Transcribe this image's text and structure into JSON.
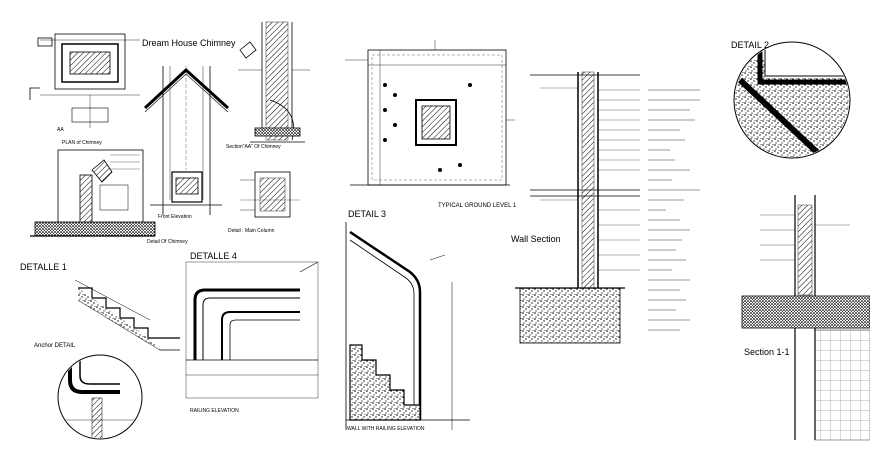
{
  "labels": {
    "dream_house_chimney": "Dream House Chimney",
    "plan_of_chimney": "PLAN of Chimney",
    "section_aa": "Section\"AA\" Of Chimney",
    "front_elevation": "Front Elevation",
    "detail_main_column": "Detail : Main Column",
    "detail_of_chimney": "Detail Of Chimney",
    "typical_ground_level": "TYPICAL GROUND LEVEL 1",
    "detail_2": "DETAIL 2",
    "detail_3": "DETAIL 3",
    "wall_section": "Wall Section",
    "detalle_1": "DETALLE 1",
    "detalle_4": "DETALLE 4",
    "anchor_detail": "Anchor DETAIL",
    "railing_elevation": "RAILING ELEVATION",
    "wall_with_railing_elevation": "WALL WITH RAILING ELEVATION",
    "section_1_1": "Section 1-1",
    "marker_a": "AA"
  }
}
